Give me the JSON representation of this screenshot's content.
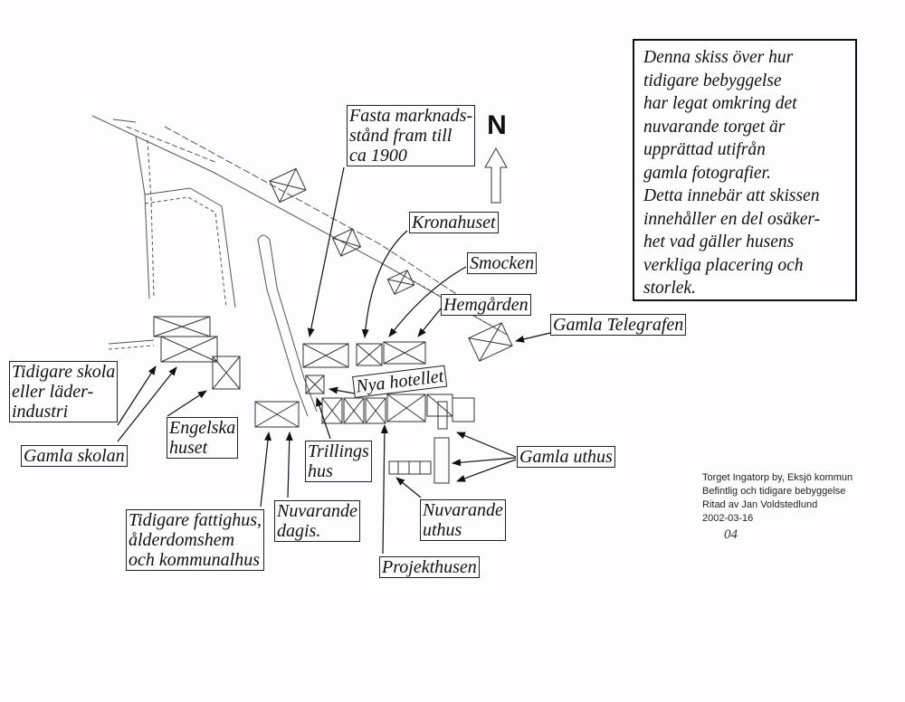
{
  "north_label": "N",
  "note": "Denna skiss över hur\ntidigare bebyggelse\nhar legat omkring det\nnuvarande torget är\nupprättad utifrån\ngamla fotografier.\nDetta innebär att skissen\ninnehåller en del osäker-\nhet vad gäller husens\nverkliga placering och\nstorlek.",
  "caption": {
    "line1": "Torget Ingatorp by, Eksjö kommun",
    "line2": "Befintlig och tidigare bebyggelse",
    "line3": "Ritad av Jan Voldstedlund",
    "line4": "2002-03-16"
  },
  "signature": "04",
  "labels": {
    "fasta": "Fasta marknads-\nstånd fram till\nca 1900",
    "kronahuset": "Kronahuset",
    "smocken": "Smocken",
    "hemgarden": "Hemgården",
    "gamla_telegrafen": "Gamla Telegrafen",
    "nya_hotellet": "Nya hotellet",
    "tidigare_skola": "Tidigare skola\neller läder-\nindustri",
    "gamla_skolan": "Gamla skolan",
    "engelska_huset": "Engelska\nhuset",
    "trillingshus": "Trillings\nhus",
    "gamla_uthus": "Gamla uthus",
    "nuvarande_uthus": "Nuvarande\nuthus",
    "tidigare_fattighus": "Tidigare fattighus,\nålderdomshem\noch kommunalhus",
    "nuvarande_dagis": "Nuvarande\ndagis.",
    "projekthusen": "Projekthusen"
  }
}
